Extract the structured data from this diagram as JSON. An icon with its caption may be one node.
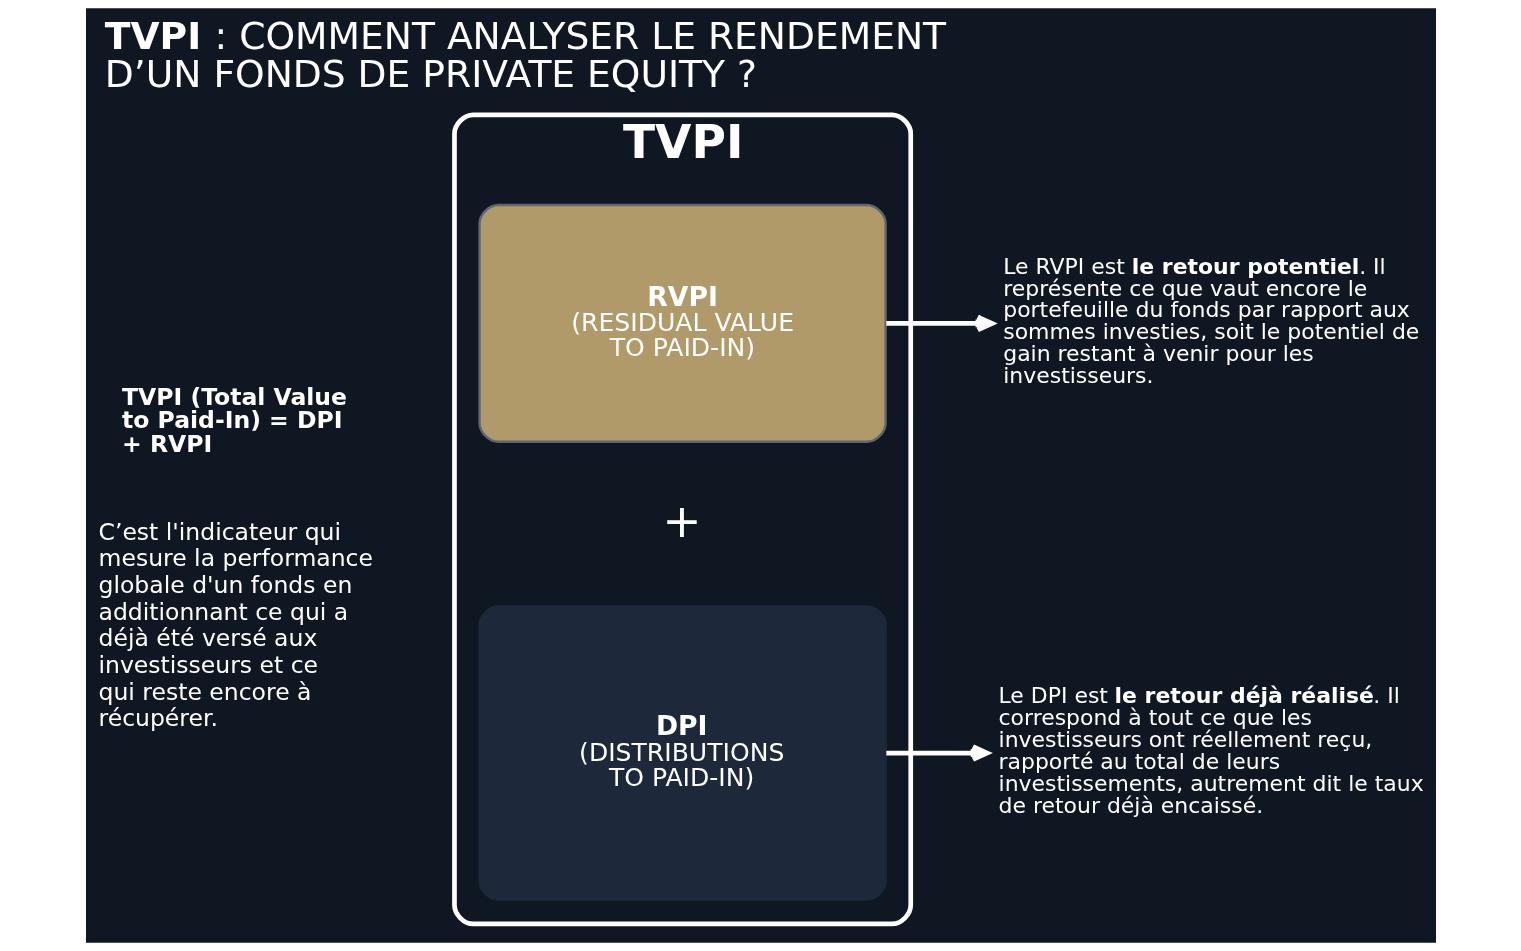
{
  "diagram": {
    "title": "**TVPI** : COMMENT ANALYSER LE RENDEMENT D’UN FONDS DE PRIVATE EQUITY ?",
    "nodes": [
      {
        "text": [
          "TVPI"
        ]
      },
      {
        "text": [
          "RVPI",
          "(RESIDUAL VALUE TO PAID-IN)"
        ],
        "in": 0
      },
      {
        "text": [
          "DPI",
          "(DISTRIBUTIONS TO PAID-IN)"
        ],
        "in": 0
      },
      {
        "text": [
          "Le RVPI est **le retour potentiel**. Il représente ce que vaut encore le portefeuille du fonds par rapport aux sommes investies, soit le potentiel de gain restant à venir pour les investisseurs."
        ]
      },
      {
        "text": [
          "Le DPI est **le retour déjà réalisé**. Il correspond à tout ce que les investisseurs ont réellement reçu, rapporté au total de leurs investissements, autrement dit le taux de retour déjà encaissé."
        ]
      }
    ],
    "edges": [
      {
        "from": 1,
        "to": 3,
        "arrow": "to"
      },
      {
        "from": 2,
        "to": 4,
        "arrow": "to"
      }
    ],
    "labels": [
      "TVPI (Total Value to Paid-In) = DPI + RVPI",
      "C’est l'indicateur qui mesure la performance globale d'un fonds en additionnant ce qui a déjà été versé aux investisseurs et ce qui reste encore à récupérer.",
      "+"
    ]
  }
}
